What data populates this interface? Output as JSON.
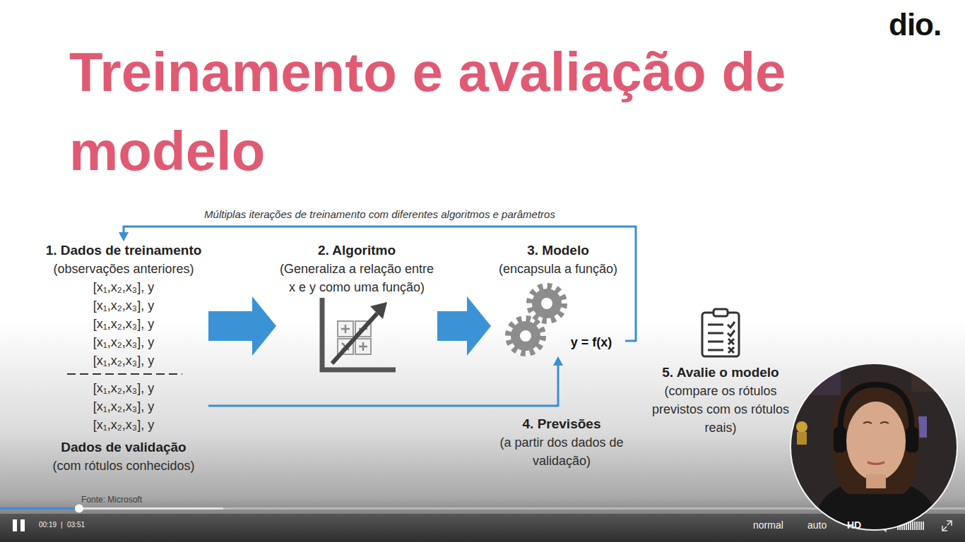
{
  "diagram": {
    "title": "Treinamento e avaliação de modelo",
    "nodes": [
      {
        "text": [
          "1. Dados de treinamento",
          "(observações anteriores)",
          "[x₁,x₂,x₃], y",
          "[x₁,x₂,x₃], y",
          "[x₁,x₂,x₃], y",
          "[x₁,x₂,x₃], y",
          "[x₁,x₂,x₃], y"
        ]
      },
      {
        "text": [
          "[x₁,x₂,x₃], y",
          "[x₁,x₂,x₃], y",
          "[x₁,x₂,x₃], y",
          "Dados de validação",
          "(com rótulos conhecidos)"
        ]
      },
      {
        "text": [
          "2. Algoritmo",
          "(Generaliza a relação entre x e y como uma função)"
        ]
      },
      {
        "text": [
          "3. Modelo",
          "(encapsula a função)",
          "y = f(x)"
        ]
      },
      {
        "text": [
          "5. Avalie o modelo",
          "(compare os rótulos previstos com os rótulos reais)"
        ]
      }
    ],
    "edges": [
      {
        "from": 0,
        "to": 2,
        "arrow": "to"
      },
      {
        "from": 2,
        "to": 3,
        "arrow": "to"
      },
      {
        "from": 3,
        "to": 0,
        "arrow": "to",
        "label": "Múltiplas iterações de treinamento com diferentes algoritmos e parâmetros"
      },
      {
        "from": 1,
        "to": 3,
        "arrow": "to"
      }
    ],
    "labels": [
      "4. Previsões",
      "(a partir dos dados de validação)",
      "Fonte: Microsoft",
      "dio.",
      "00:19",
      "|",
      "03:51",
      "normal",
      "auto",
      "HD"
    ]
  }
}
